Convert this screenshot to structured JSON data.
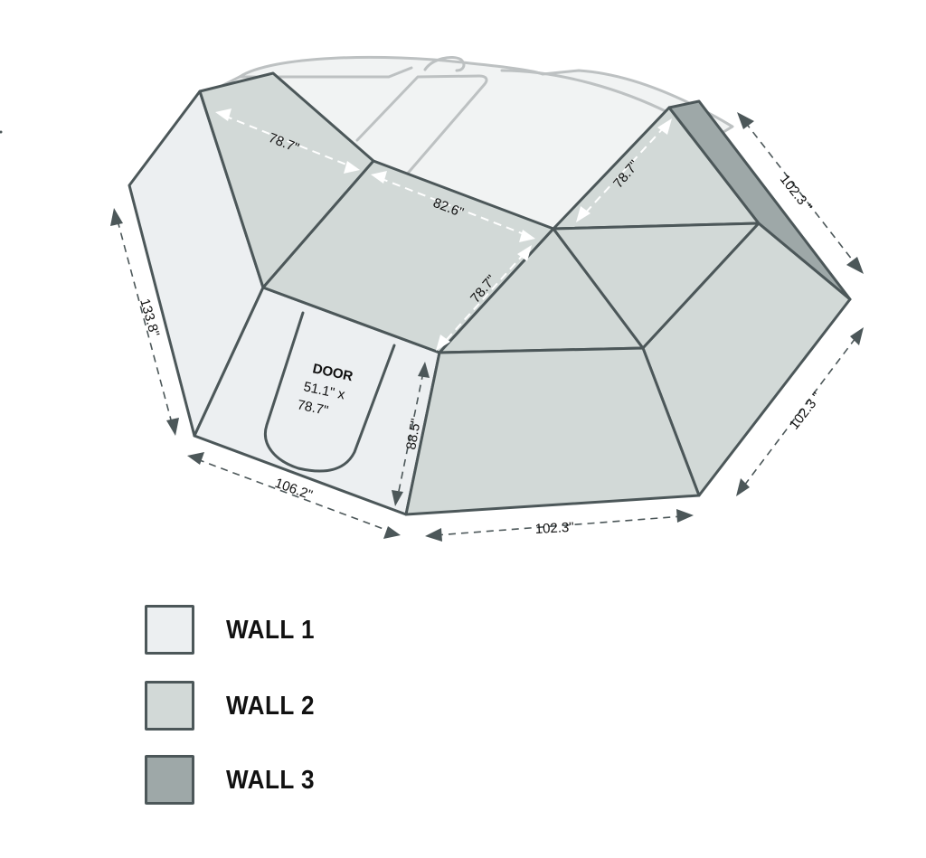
{
  "diagram": {
    "title": "Awning tent wall layout with dimensions",
    "colors": {
      "wall_1": "#eceff1",
      "wall_2": "#d2d9d7",
      "wall_3": "#9ea8a8",
      "outline": "#4c5759",
      "ghost_vehicle": "#bdc1c2"
    },
    "dimensions": {
      "top_left_panel": "78.7\"",
      "top_middle_panel": "82.6\"",
      "center_panel": "78.7\"",
      "top_right_panel": "78.7\"",
      "right_upper_side": "102.3 \"",
      "right_lower_side": "102.3 \"",
      "bottom_front": "102.3\"",
      "bottom_left": "106.2\"",
      "left_side": "133.8\"",
      "wall_height": "88.5\""
    },
    "door": {
      "title": "DOOR",
      "size_line1": "51.1\" x",
      "size_line2": "78.7\""
    }
  },
  "legend": {
    "items": [
      {
        "label": "WALL 1",
        "color": "#eceff1"
      },
      {
        "label": "WALL 2",
        "color": "#d2d9d7"
      },
      {
        "label": "WALL 3",
        "color": "#9ea8a8"
      }
    ]
  }
}
